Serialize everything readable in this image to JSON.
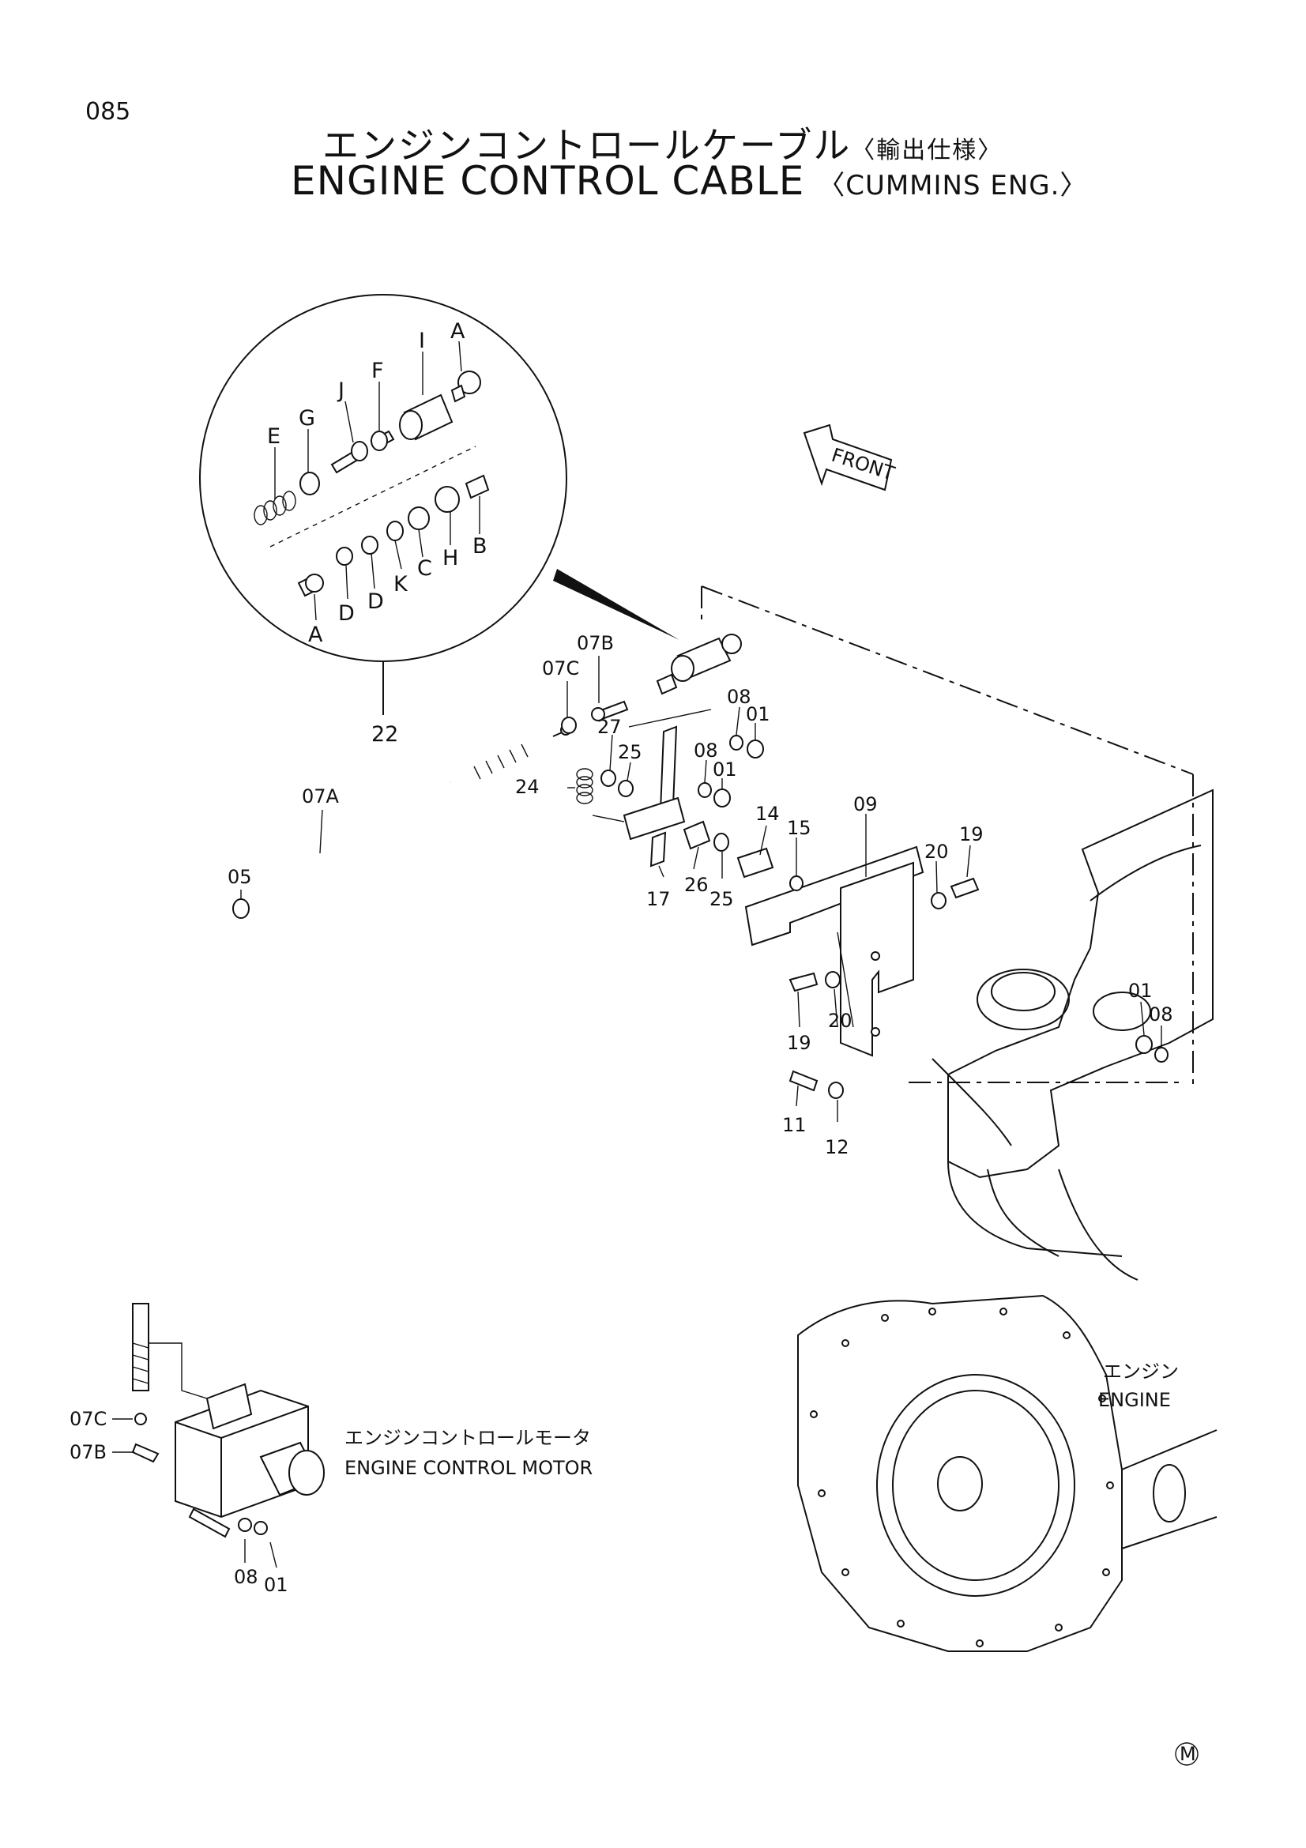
{
  "page_number": "085",
  "title": {
    "jp": "エンジンコントロールケーブル",
    "jp_note": "〈輸出仕様〉",
    "en": "ENGINE CONTROL CABLE",
    "en_note": "〈CUMMINS ENG.〉"
  },
  "front_arrow": "FRONT",
  "detail_labels": [
    "A",
    "I",
    "F",
    "J",
    "G",
    "E",
    "B",
    "H",
    "C",
    "K",
    "D",
    "D",
    "A"
  ],
  "detail_callout": "22",
  "part_labels": [
    "07B",
    "07C",
    "08",
    "01",
    "27",
    "25",
    "08",
    "01",
    "24",
    "14",
    "09",
    "15",
    "19",
    "20",
    "17",
    "26",
    "25",
    "01",
    "08",
    "19",
    "20",
    "11",
    "12",
    "05",
    "07A",
    "07C",
    "07B",
    "08",
    "01"
  ],
  "engine_control_motor": {
    "jp": "エンジンコントロールモータ",
    "en": "ENGINE CONTROL MOTOR"
  },
  "engine": {
    "jp": "エンジン",
    "en": "ENGINE"
  },
  "corner_mark": "M"
}
